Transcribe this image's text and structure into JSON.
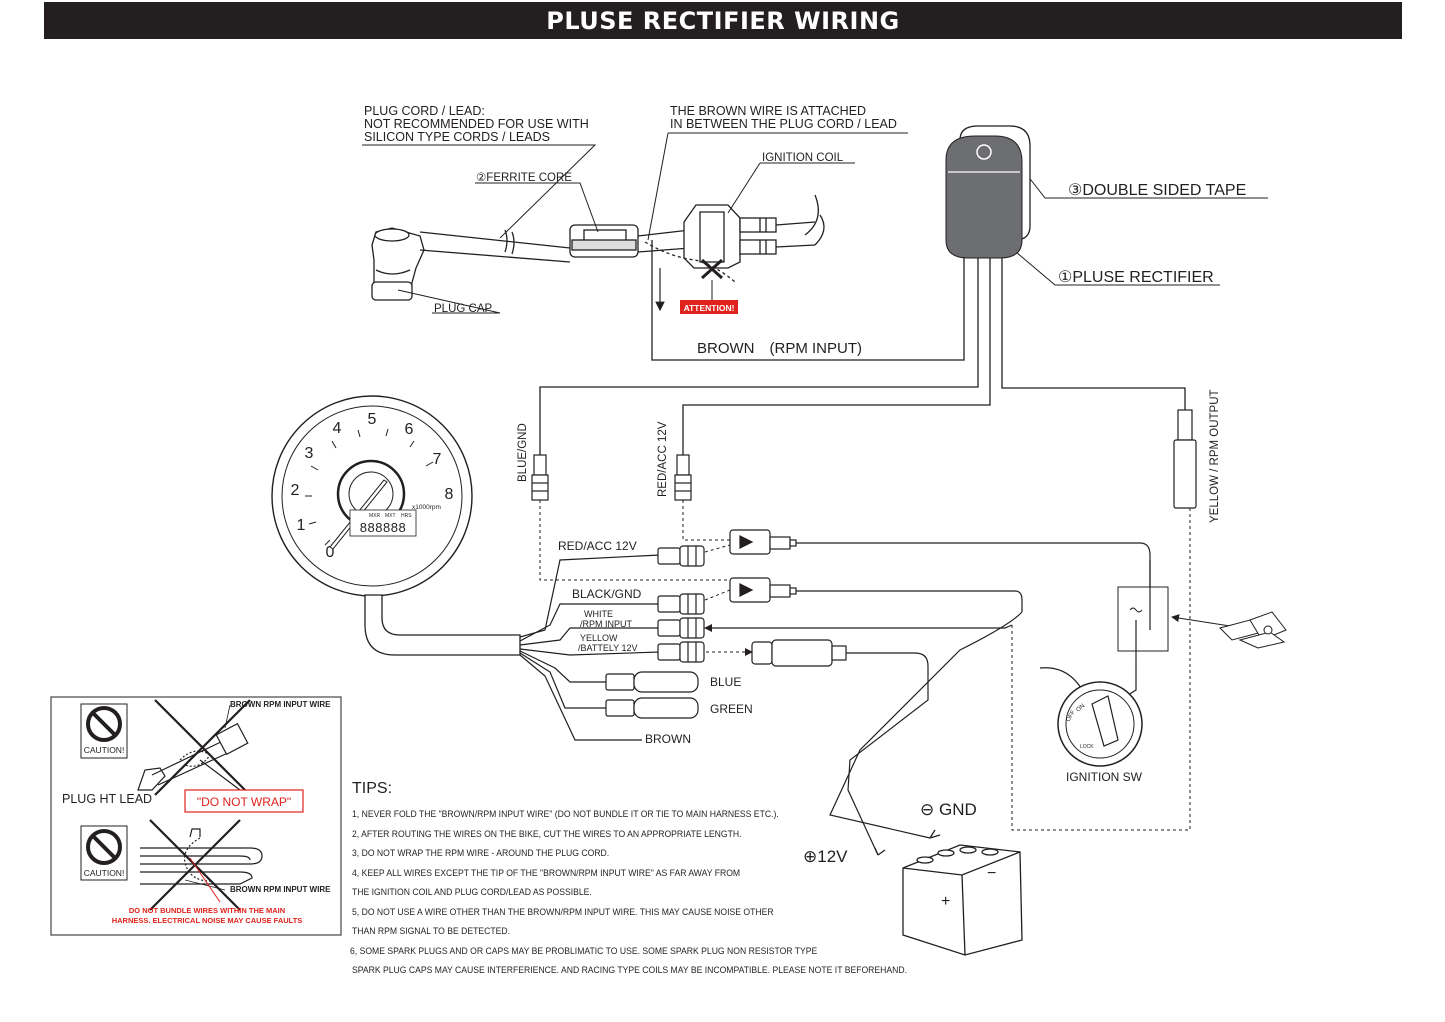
{
  "title": "PLUSE RECTIFIER WIRING",
  "callouts": {
    "plug_cord_1": "PLUG CORD / LEAD:",
    "plug_cord_2": "NOT RECOMMENDED FOR USE WITH",
    "plug_cord_3": "SILICON TYPE CORDS / LEADS",
    "brown_attached_1": "THE BROWN WIRE IS ATTACHED",
    "brown_attached_2": "IN BETWEEN THE PLUG CORD / LEAD",
    "ignition_coil": "IGNITION COIL",
    "ferrite_core": "②FERRITE CORE",
    "plug_cap": "PLUG CAP",
    "attention": "ATTENTION!",
    "brown_rpm_input": "BROWN　(RPM INPUT)",
    "double_sided_tape": "③DOUBLE SIDED TAPE",
    "pluse_rectifier": "①PLUSE RECTIFIER",
    "blue_gnd": "BLUE/GND",
    "red_acc_vertical": "RED/ACC 12V",
    "yellow_rpm_output": "YELLOW / RPM OUTPUT"
  },
  "gauge": {
    "numbers": [
      "0",
      "1",
      "2",
      "3",
      "4",
      "5",
      "6",
      "7",
      "8"
    ],
    "unit": "x1000rpm",
    "lcd": "888888",
    "lcd_labels": [
      "MXR",
      "MXT",
      "HRS"
    ]
  },
  "harness": {
    "red_acc": "RED/ACC 12V",
    "black_gnd": "BLACK/GND",
    "white_1": "WHITE",
    "white_2": "/RPM INPUT",
    "yellow_1": "YELLOW",
    "yellow_2": "/BATTELY 12V",
    "blue": "BLUE",
    "green": "GREEN",
    "brown": "BROWN"
  },
  "ignition_sw": "IGNITION SW",
  "switch_marks": [
    "OFF",
    "ON",
    "LOCK"
  ],
  "battery": {
    "gnd": "⊖ GND",
    "plus12": "⊕12V"
  },
  "caution": {
    "brown_rpm_input_wire": "BROWN RPM INPUT WIRE",
    "caution_label": "CAUTION!",
    "plug_ht_lead": "PLUG HT LEAD",
    "do_not_wrap": "\"DO NOT WRAP\"",
    "brown_rpm_input_wire_2": "BROWN RPM INPUT WIRE",
    "do_not_bundle_1": "DO NOT BUNDLE WIRES WITHIN THE MAIN",
    "do_not_bundle_2": "HARNESS. ELECTRICAL NOISE MAY CAUSE FAULTS"
  },
  "tips": {
    "title": "TIPS:",
    "lines": [
      "1, NEVER FOLD THE \"BROWN/RPM INPUT WIRE\" (DO NOT BUNDLE IT OR TIE TO MAIN HARNESS ETC.).",
      " 2, AFTER ROUTING THE WIRES ON THE BIKE, CUT THE WIRES TO AN APPROPRIATE LENGTH.",
      "3, DO NOT WRAP THE RPM WIRE - AROUND THE PLUG CORD.",
      "4, KEEP ALL WIRES EXCEPT THE TIP OF THE \"BROWN/RPM INPUT WIRE\" AS FAR AWAY FROM",
      "THE IGNITION COIL AND PLUG CORD/LEAD AS POSSIBLE.",
      "5, DO NOT USE A WIRE OTHER THAN THE BROWN/RPM INPUT WIRE. THIS MAY CAUSE NOISE OTHER",
      "THAN RPM SIGNAL TO BE DETECTED.",
      "6, SOME SPARK PLUGS AND OR CAPS MAY BE PROBLIMATIC TO USE. SOME SPARK PLUG NON RESISTOR TYPE",
      "SPARK PLUG CAPS MAY CAUSE INTERFERIENCE. AND RACING TYPE COILS MAY BE INCOMPATIBLE. PLEASE NOTE IT BEFOREHAND."
    ]
  }
}
